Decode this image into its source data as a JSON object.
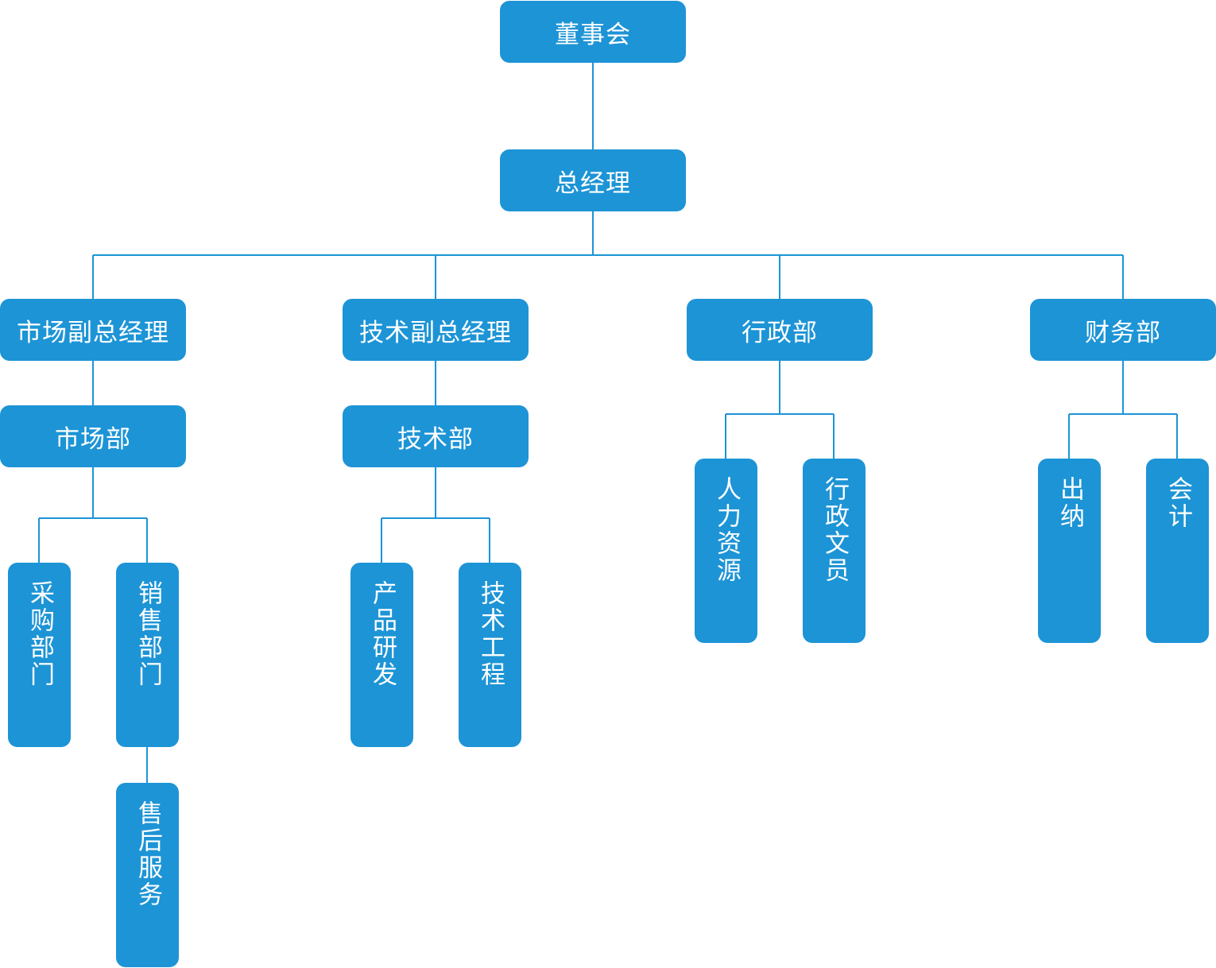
{
  "line_color": "#1d94d6",
  "node_color": "#1d94d6",
  "text_color": "#ffffff",
  "nodes": {
    "board": "董事会",
    "gm": "总经理",
    "vp_market": "市场副总经理",
    "vp_tech": "技术副总经理",
    "admin": "行政部",
    "finance": "财务部",
    "market_dept": "市场部",
    "tech_dept": "技术部",
    "purchasing": "采购部门",
    "sales": "销售部门",
    "after_sales": "售后服务",
    "rnd": "产品研发",
    "engineering": "技术工程",
    "hr": "人力资源",
    "admin_clerk": "行政文员",
    "cashier": "出纳",
    "accounting": "会计"
  }
}
